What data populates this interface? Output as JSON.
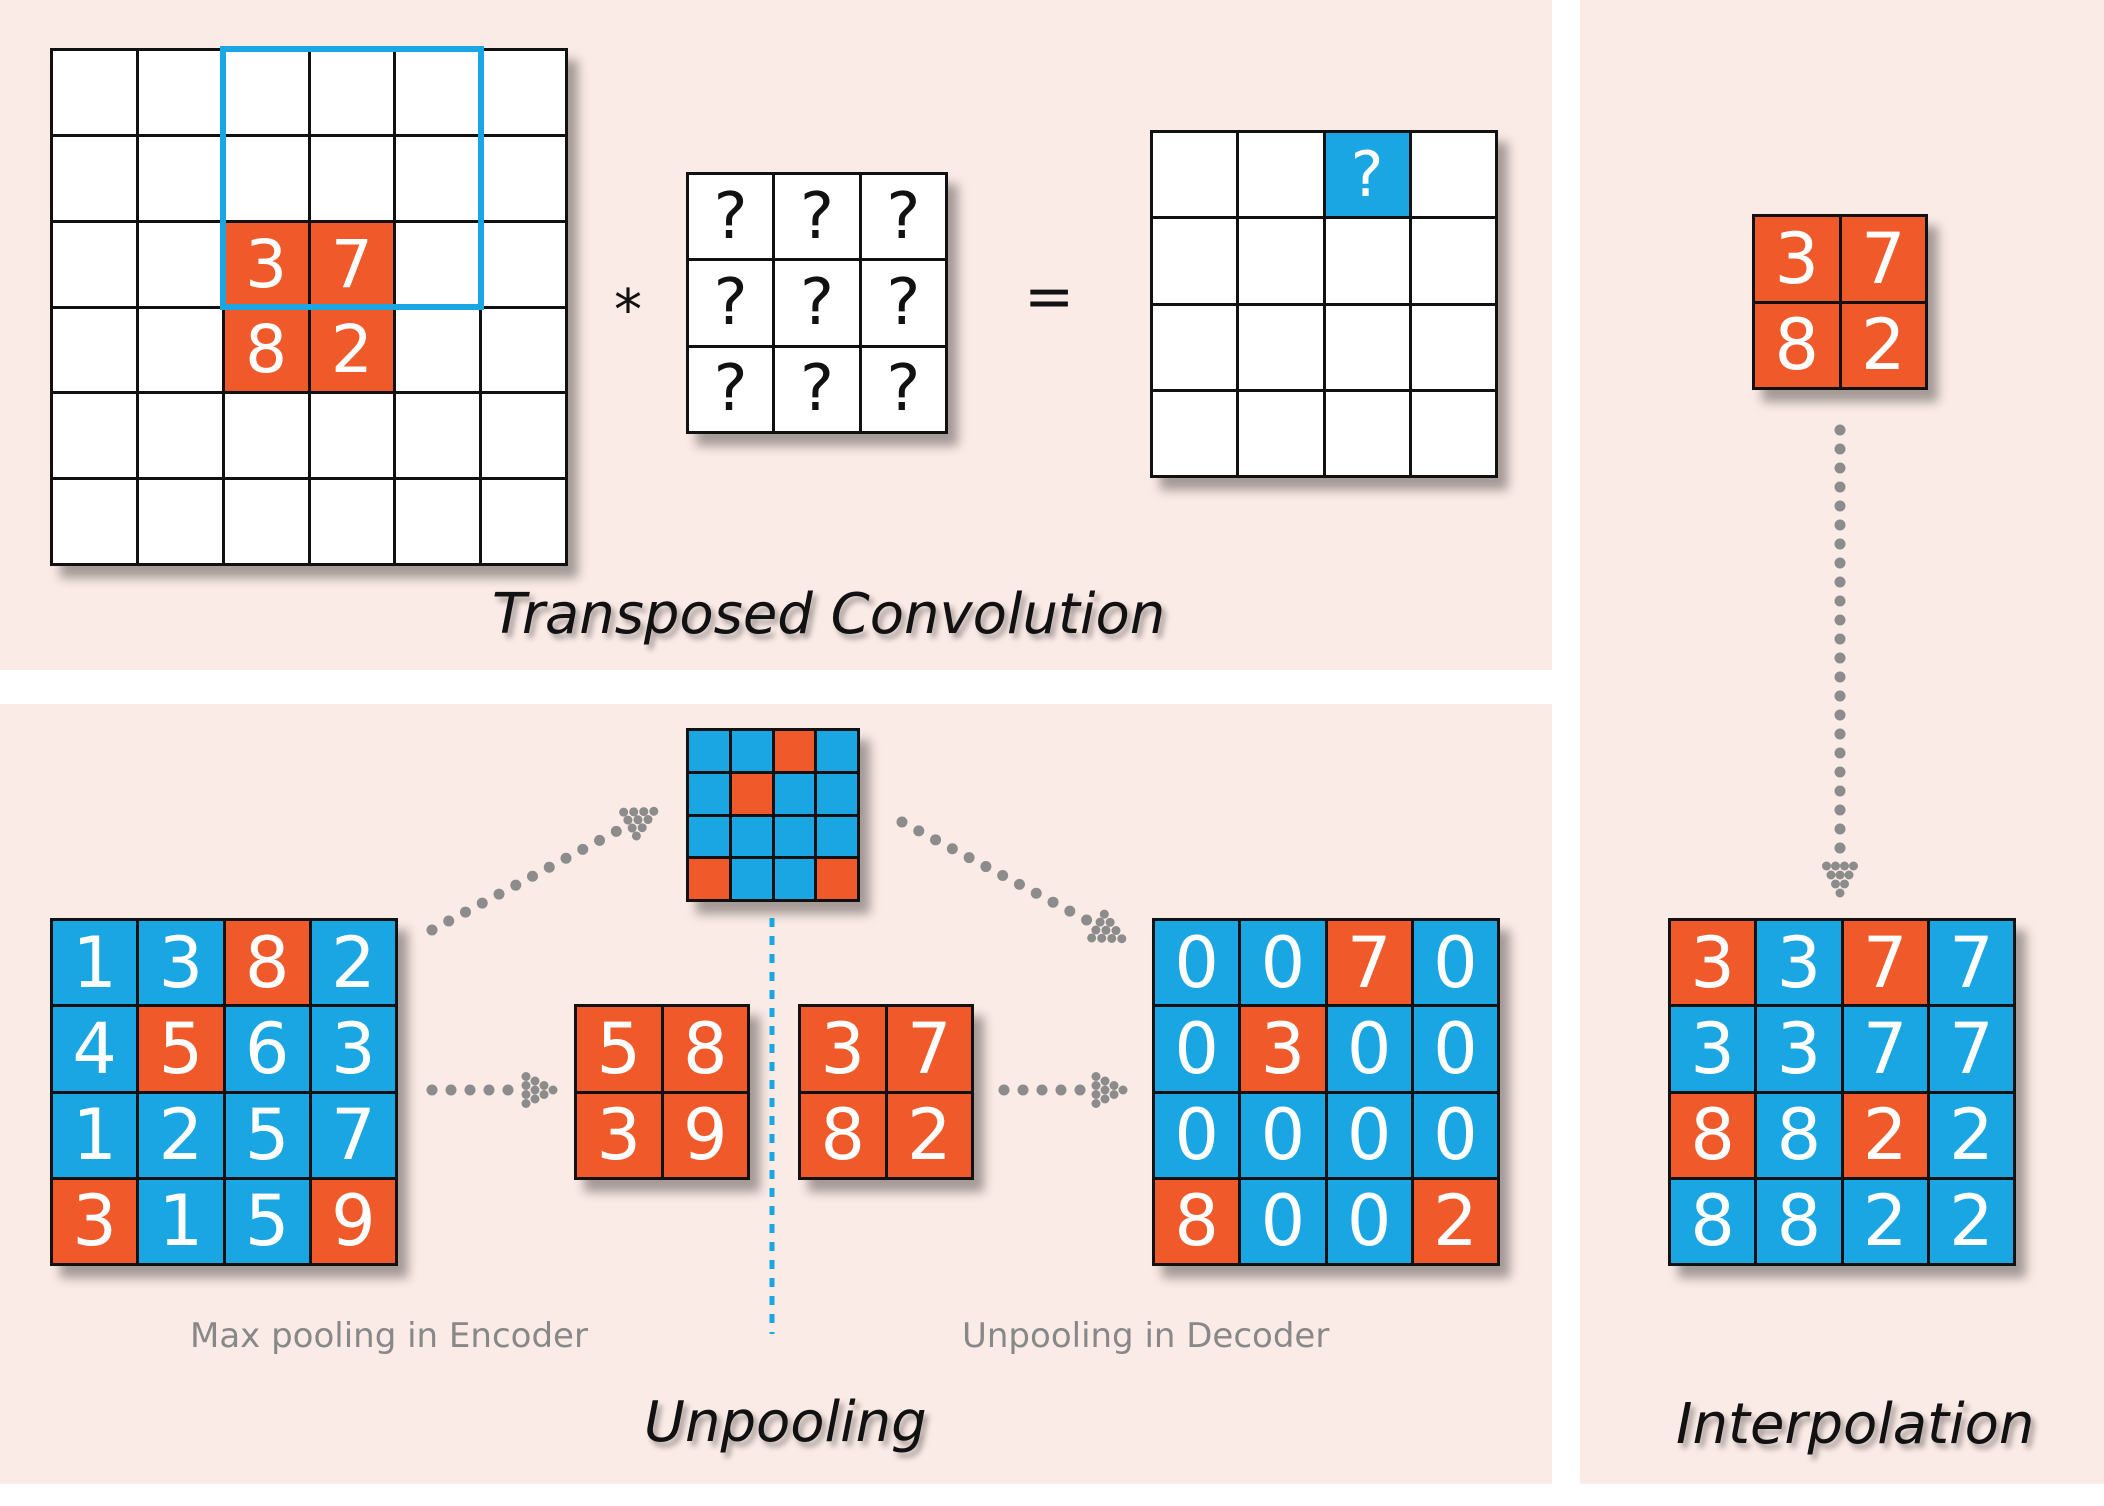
{
  "colors": {
    "orange": "#f05a2a",
    "blue": "#1aa6e3",
    "white": "#ffffff",
    "background": "#fbebe6",
    "arrow": "#8c8c8c"
  },
  "transposed": {
    "title": "Transposed Convolution",
    "input_grid": [
      [
        [
          "",
          ""
        ],
        [
          "",
          ""
        ],
        [
          "",
          ""
        ],
        [
          "",
          ""
        ],
        [
          "",
          ""
        ],
        [
          "",
          ""
        ]
      ],
      [
        [
          "",
          ""
        ],
        [
          "",
          ""
        ],
        [
          "",
          ""
        ],
        [
          "",
          ""
        ],
        [
          "",
          ""
        ],
        [
          "",
          ""
        ]
      ],
      [
        [
          "",
          ""
        ],
        [
          "",
          ""
        ],
        [
          "3",
          "o"
        ],
        [
          "7",
          "o"
        ],
        [
          "",
          ""
        ],
        [
          "",
          ""
        ]
      ],
      [
        [
          "",
          ""
        ],
        [
          "",
          ""
        ],
        [
          "8",
          "o"
        ],
        [
          "2",
          "o"
        ],
        [
          "",
          ""
        ],
        [
          "",
          ""
        ]
      ],
      [
        [
          "",
          ""
        ],
        [
          "",
          ""
        ],
        [
          "",
          ""
        ],
        [
          "",
          ""
        ],
        [
          "",
          ""
        ],
        [
          "",
          ""
        ]
      ],
      [
        [
          "",
          ""
        ],
        [
          "",
          ""
        ],
        [
          "",
          ""
        ],
        [
          "",
          ""
        ],
        [
          "",
          ""
        ],
        [
          "",
          ""
        ]
      ]
    ],
    "operator": "*",
    "kernel": [
      [
        "?",
        "?",
        "?"
      ],
      [
        "?",
        "?",
        "?"
      ],
      [
        "?",
        "?",
        "?"
      ]
    ],
    "equals": "=",
    "output_grid": [
      [
        [
          "",
          ""
        ],
        [
          "",
          ""
        ],
        [
          "?",
          "b"
        ],
        [
          "",
          ""
        ]
      ],
      [
        [
          "",
          ""
        ],
        [
          "",
          ""
        ],
        [
          "",
          ""
        ],
        [
          "",
          ""
        ]
      ],
      [
        [
          "",
          ""
        ],
        [
          "",
          ""
        ],
        [
          "",
          ""
        ],
        [
          "",
          ""
        ]
      ],
      [
        [
          "",
          ""
        ],
        [
          "",
          ""
        ],
        [
          "",
          ""
        ],
        [
          "",
          ""
        ]
      ]
    ]
  },
  "unpooling": {
    "title": "Unpooling",
    "caption_left": "Max pooling in Encoder",
    "caption_right": "Unpooling in Decoder",
    "switches": [
      [
        "b",
        "b",
        "o",
        "b"
      ],
      [
        "b",
        "o",
        "b",
        "b"
      ],
      [
        "b",
        "b",
        "b",
        "b"
      ],
      [
        "o",
        "b",
        "b",
        "o"
      ]
    ],
    "encoder_input": [
      [
        [
          "1",
          "b"
        ],
        [
          "3",
          "b"
        ],
        [
          "8",
          "o"
        ],
        [
          "2",
          "b"
        ]
      ],
      [
        [
          "4",
          "b"
        ],
        [
          "5",
          "o"
        ],
        [
          "6",
          "b"
        ],
        [
          "3",
          "b"
        ]
      ],
      [
        [
          "1",
          "b"
        ],
        [
          "2",
          "b"
        ],
        [
          "5",
          "b"
        ],
        [
          "7",
          "b"
        ]
      ],
      [
        [
          "3",
          "o"
        ],
        [
          "1",
          "b"
        ],
        [
          "5",
          "b"
        ],
        [
          "9",
          "o"
        ]
      ]
    ],
    "pooled": [
      [
        [
          "5",
          "o"
        ],
        [
          "8",
          "o"
        ]
      ],
      [
        [
          "3",
          "o"
        ],
        [
          "9",
          "o"
        ]
      ]
    ],
    "decoder_input": [
      [
        [
          "3",
          "o"
        ],
        [
          "7",
          "o"
        ]
      ],
      [
        [
          "8",
          "o"
        ],
        [
          "2",
          "o"
        ]
      ]
    ],
    "decoder_output": [
      [
        [
          "0",
          "b"
        ],
        [
          "0",
          "b"
        ],
        [
          "7",
          "o"
        ],
        [
          "0",
          "b"
        ]
      ],
      [
        [
          "0",
          "b"
        ],
        [
          "3",
          "o"
        ],
        [
          "0",
          "b"
        ],
        [
          "0",
          "b"
        ]
      ],
      [
        [
          "0",
          "b"
        ],
        [
          "0",
          "b"
        ],
        [
          "0",
          "b"
        ],
        [
          "0",
          "b"
        ]
      ],
      [
        [
          "8",
          "o"
        ],
        [
          "0",
          "b"
        ],
        [
          "0",
          "b"
        ],
        [
          "2",
          "o"
        ]
      ]
    ]
  },
  "interpolation": {
    "title": "Interpolation",
    "input": [
      [
        [
          "3",
          "o"
        ],
        [
          "7",
          "o"
        ]
      ],
      [
        [
          "8",
          "o"
        ],
        [
          "2",
          "o"
        ]
      ]
    ],
    "output": [
      [
        [
          "3",
          "o"
        ],
        [
          "3",
          "b"
        ],
        [
          "7",
          "o"
        ],
        [
          "7",
          "b"
        ]
      ],
      [
        [
          "3",
          "b"
        ],
        [
          "3",
          "b"
        ],
        [
          "7",
          "b"
        ],
        [
          "7",
          "b"
        ]
      ],
      [
        [
          "8",
          "o"
        ],
        [
          "8",
          "b"
        ],
        [
          "2",
          "o"
        ],
        [
          "2",
          "b"
        ]
      ],
      [
        [
          "8",
          "b"
        ],
        [
          "8",
          "b"
        ],
        [
          "2",
          "b"
        ],
        [
          "2",
          "b"
        ]
      ]
    ]
  }
}
